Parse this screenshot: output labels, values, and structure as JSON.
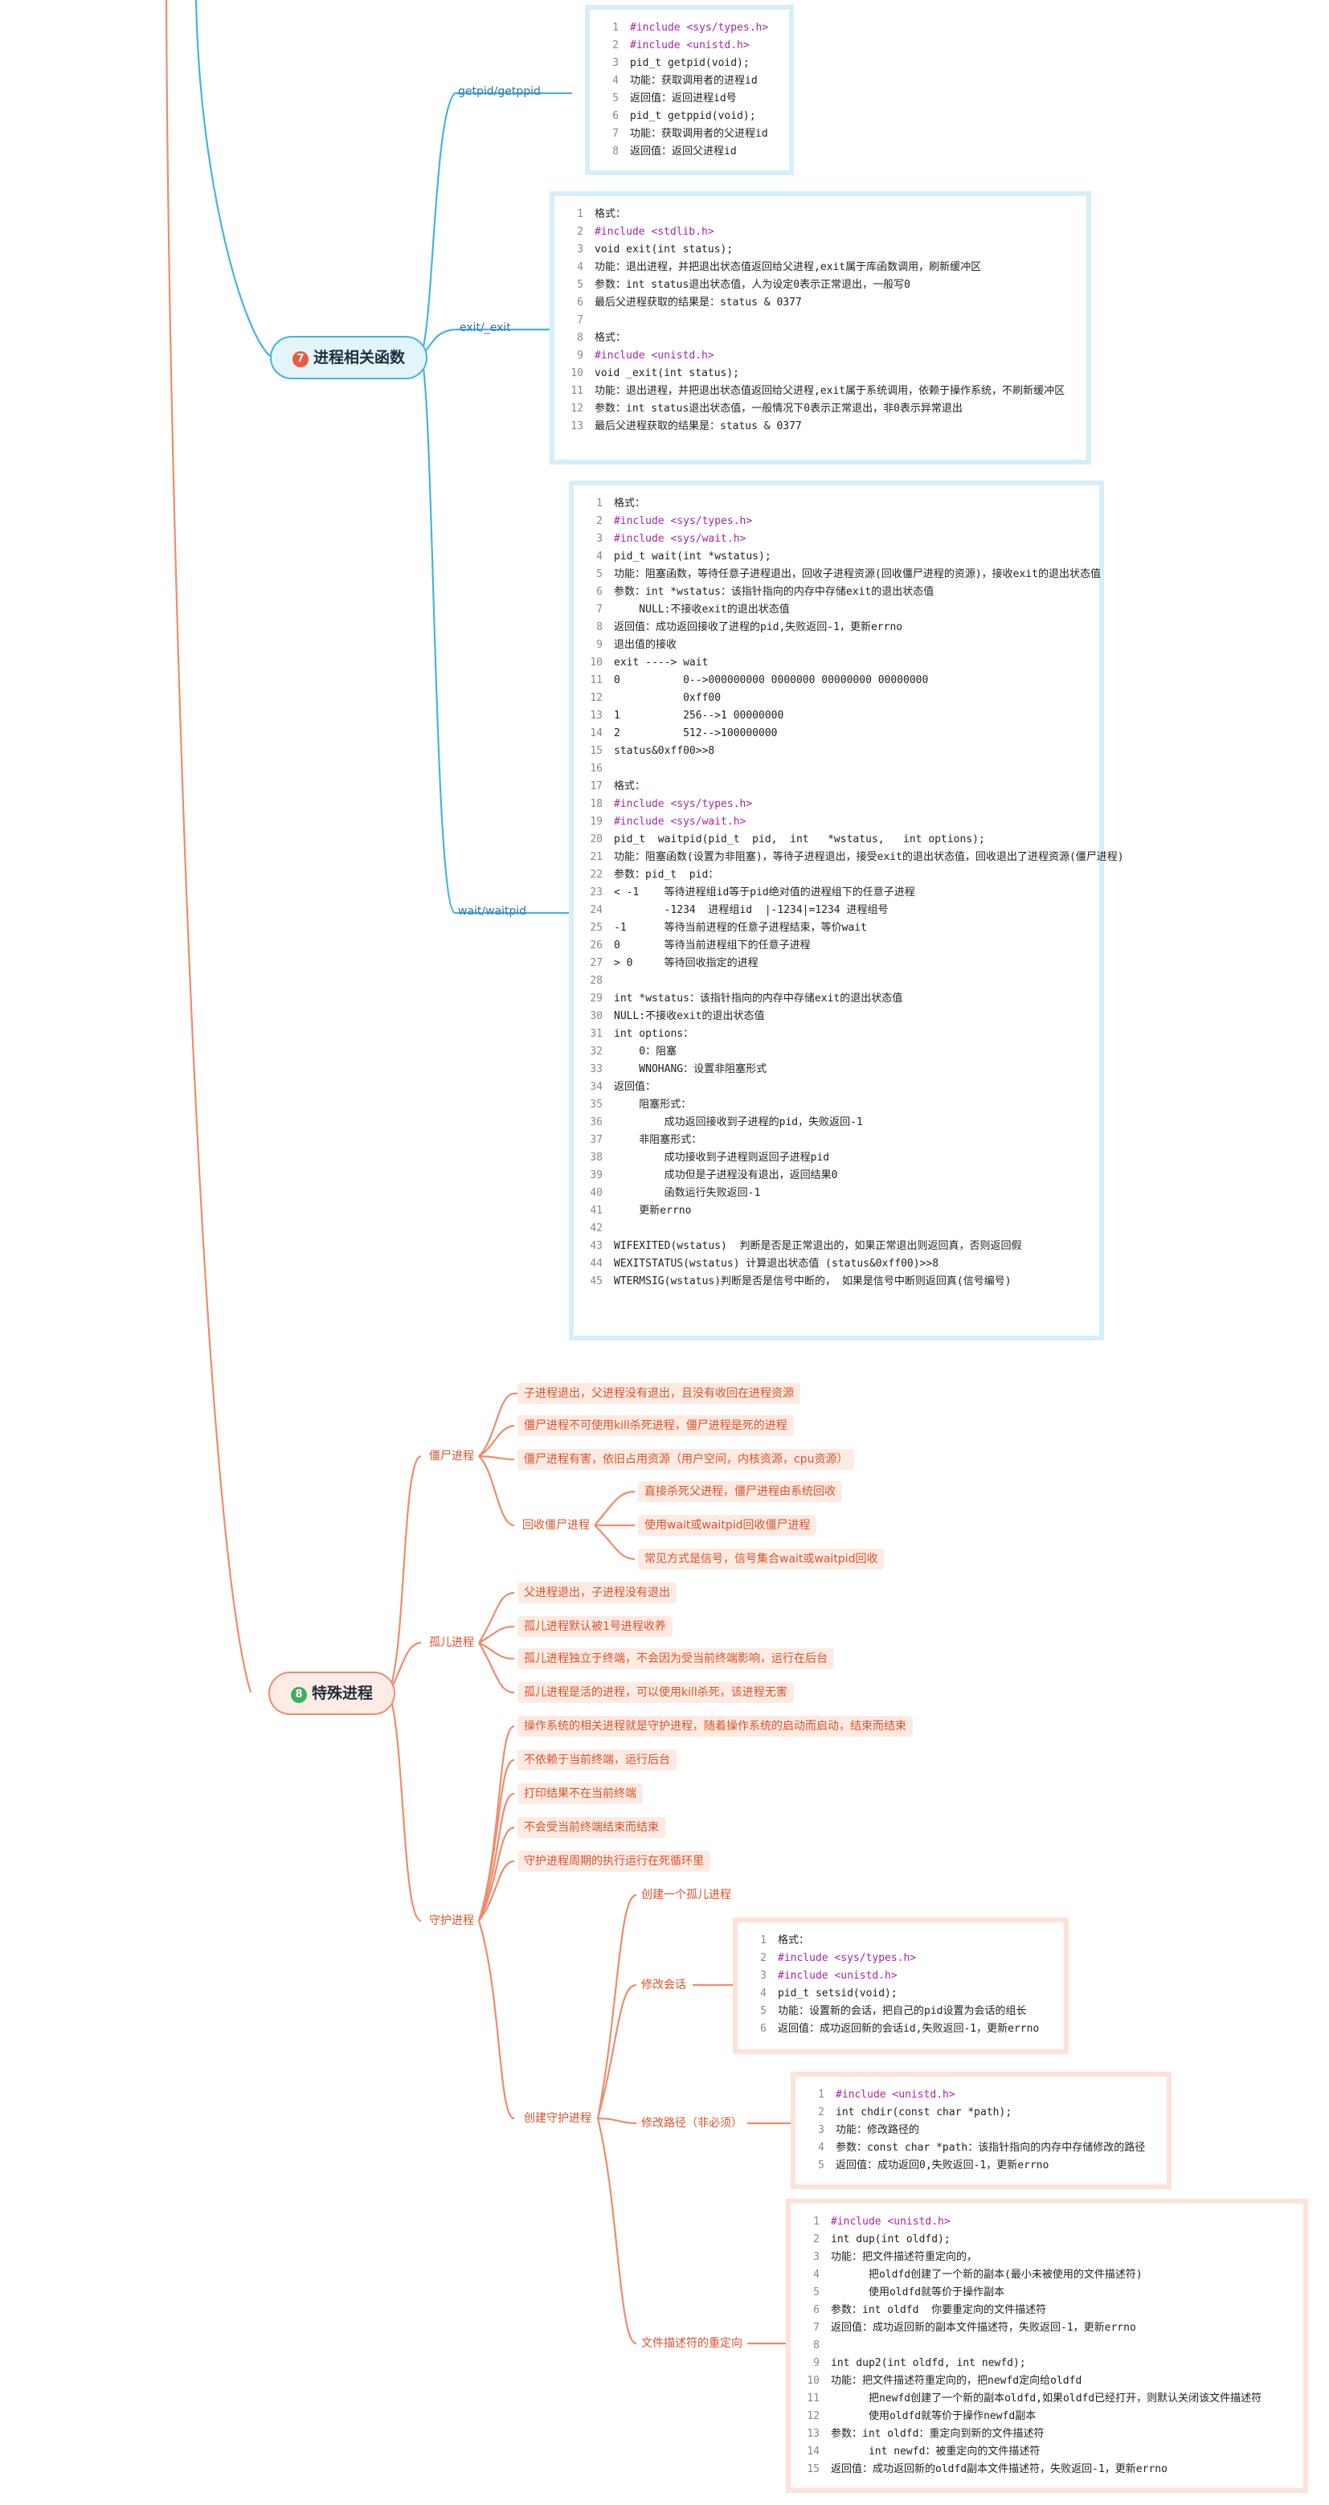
{
  "colors": {
    "blue": "#47b3de",
    "red": "#ef8b6d",
    "badge_blue": "#2a8fd0",
    "badge_red": "#e85c3a",
    "badge_green": "#3cb05b"
  },
  "section7": {
    "badge": "7",
    "title": "进程相关函数",
    "getpid": {
      "label": "getpid/getppid",
      "lines": [
        "#include <sys/types.h>",
        "#include <unistd.h>",
        "pid_t getpid(void);",
        "功能：获取调用者的进程id",
        "返回值：返回进程id号",
        "pid_t getppid(void);",
        "功能：获取调用者的父进程id",
        "返回值：返回父进程id"
      ]
    },
    "exit": {
      "label": "exit/_exit",
      "lines": [
        "格式：",
        "#include <stdlib.h>",
        "void exit(int status);",
        "功能：退出进程，并把退出状态值返回给父进程,exit属于库函数调用，刷新缓冲区",
        "参数：int status退出状态值，人为设定0表示正常退出，一般写0",
        "最后父进程获取的结果是：status & 0377",
        "",
        "格式：",
        "#include <unistd.h>",
        "void _exit(int status);",
        "功能：退出进程，并把退出状态值返回给父进程,exit属于系统调用，依赖于操作系统，不刷新缓冲区",
        "参数：int status退出状态值，一般情况下0表示正常退出，非0表示异常退出",
        "最后父进程获取的结果是：status & 0377"
      ]
    },
    "wait": {
      "label": "wait/waitpid",
      "lines": [
        "格式：",
        "#include <sys/types.h>",
        "#include <sys/wait.h>",
        "pid_t wait(int *wstatus);",
        "功能：阻塞函数，等待任意子进程退出，回收子进程资源(回收僵尸进程的资源)，接收exit的退出状态值",
        "参数：int *wstatus：该指针指向的内存中存储exit的退出状态值",
        "    NULL:不接收exit的退出状态值",
        "返回值：成功返回接收了进程的pid,失败返回-1，更新errno",
        "退出值的接收",
        "exit ----> wait",
        "0          0-->000000000 0000000 00000000 00000000",
        "           0xff00",
        "1          256-->1 00000000",
        "2          512-->100000000",
        "status&0xff00>>8",
        "",
        "格式：",
        "#include <sys/types.h>",
        "#include <sys/wait.h>",
        "pid_t  waitpid(pid_t  pid,  int   *wstatus,   int options);",
        "功能：阻塞函数(设置为非阻塞)，等待子进程退出，接受exit的退出状态值，回收退出了进程资源(僵尸进程)",
        "参数：pid_t  pid：",
        "< -1    等待进程组id等于pid绝对值的进程组下的任意子进程",
        "        -1234  进程组id  |-1234|=1234 进程组号",
        "-1      等待当前进程的任意子进程结束，等价wait",
        "0       等待当前进程组下的任意子进程",
        "> 0     等待回收指定的进程",
        "",
        "int *wstatus：该指针指向的内存中存储exit的退出状态值",
        "NULL:不接收exit的退出状态值",
        "int options：",
        "    0：阻塞",
        "    WNOHANG：设置非阻塞形式",
        "返回值：",
        "    阻塞形式：",
        "        成功返回接收到子进程的pid，失败返回-1",
        "    非阻塞形式：",
        "        成功接收到子进程则返回子进程pid",
        "        成功但是子进程没有退出，返回结果0",
        "        函数运行失败返回-1",
        "    更新errno",
        "",
        "WIFEXITED(wstatus)  判断是否是正常退出的，如果正常退出则返回真，否则返回假",
        "WEXITSTATUS(wstatus) 计算退出状态值 (status&0xff00)>>8",
        "WTERMSIG(wstatus)判断是否是信号中断的， 如果是信号中断则返回真(信号编号)"
      ]
    }
  },
  "section8": {
    "badge": "8",
    "title": "特殊进程",
    "zombie": {
      "label": "僵尸进程",
      "items": [
        "子进程退出，父进程没有退出，且没有收回在进程资源",
        "僵尸进程不可使用kill杀死进程，僵尸进程是死的进程",
        "僵尸进程有害，依旧占用资源（用户空间，内核资源，cpu资源）"
      ],
      "reap": {
        "label": "回收僵尸进程",
        "items": [
          "直接杀死父进程，僵尸进程由系统回收",
          "使用wait或waitpid回收僵尸进程",
          "常见方式是信号，信号集合wait或waitpid回收"
        ]
      }
    },
    "orphan": {
      "label": "孤儿进程",
      "items": [
        "父进程退出，子进程没有退出",
        "孤儿进程默认被1号进程收养",
        "孤儿进程独立于终端，不会因为受当前终端影响，运行在后台",
        "孤儿进程是活的进程，可以使用kill杀死，该进程无害"
      ]
    },
    "daemon": {
      "label": "守护进程",
      "items": [
        "操作系统的相关进程就是守护进程，随着操作系统的启动而启动，结束而结束",
        "不依赖于当前终端，运行后台",
        "打印结果不在当前终端",
        "不会受当前终端结束而结束",
        "守护进程周期的执行运行在死循环里"
      ],
      "create": {
        "label": "创建守护进程",
        "first": "创建一个孤儿进程",
        "session": {
          "label": "修改会话",
          "lines": [
            "格式：",
            "#include <sys/types.h>",
            "#include <unistd.h>",
            "pid_t setsid(void);",
            "功能：设置新的会话，把自己的pid设置为会话的组长",
            "返回值：成功返回新的会话id,失败返回-1，更新errno"
          ]
        },
        "chdir": {
          "label": "修改路径（非必须）",
          "lines": [
            "#include <unistd.h>",
            "int chdir(const char *path);",
            "功能：修改路径的",
            "参数：const char *path：该指针指向的内存中存储修改的路径",
            "返回值：成功返回0,失败返回-1，更新errno"
          ]
        },
        "dup": {
          "label": "文件描述符的重定向",
          "lines": [
            "#include <unistd.h>",
            "int dup(int oldfd);",
            "功能：把文件描述符重定向的，",
            "      把oldfd创建了一个新的副本(最小未被使用的文件描述符)",
            "      使用oldfd就等价于操作副本",
            "参数：int oldfd  你要重定向的文件描述符",
            "返回值：成功返回新的副本文件描述符，失败返回-1，更新errno",
            "",
            "int dup2(int oldfd, int newfd);",
            "功能：把文件描述符重定向的，把newfd定向给oldfd",
            "      把newfd创建了一个新的副本oldfd,如果oldfd已经打开，则默认关闭该文件描述符",
            "      使用oldfd就等价于操作newfd副本",
            "参数：int oldfd：重定向到新的文件描述符",
            "      int newfd：被重定向的文件描述符",
            "返回值：成功返回新的oldfd副本文件描述符，失败返回-1，更新errno"
          ]
        }
      }
    }
  }
}
